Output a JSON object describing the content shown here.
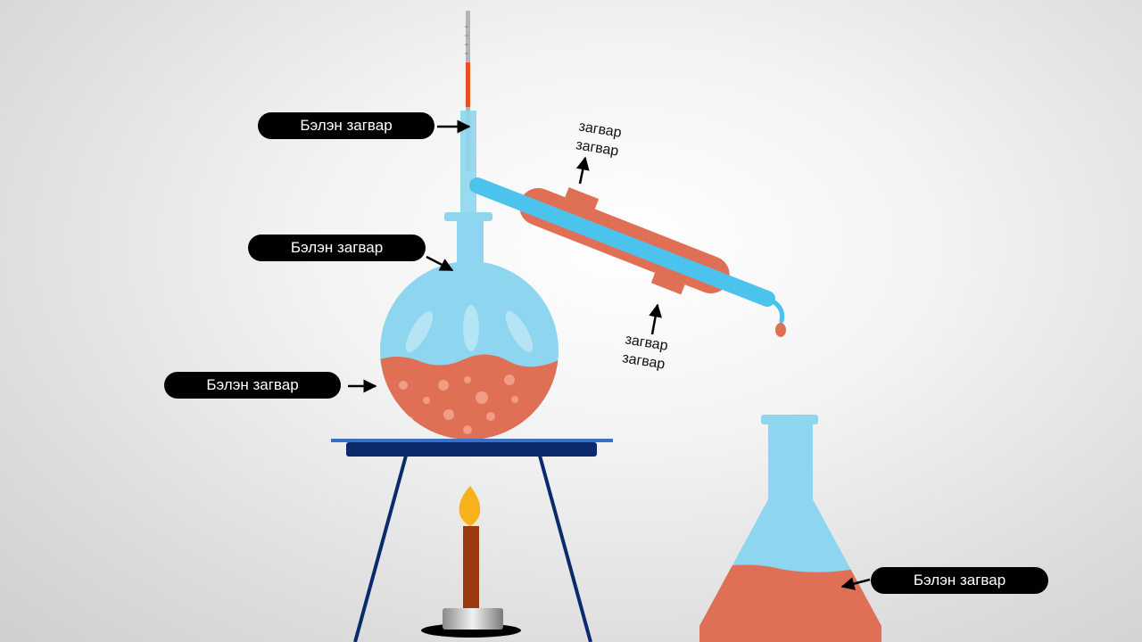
{
  "labels": {
    "thermometer": "Бэлэн загвар",
    "flask_neck": "Бэлэн загвар",
    "liquid": "Бэлэн загвар",
    "receiving_flask": "Бэлэн загвар",
    "condenser_top_line1": "загвар",
    "condenser_top_line2": "загвар",
    "condenser_bottom_line1": "загвар",
    "condenser_bottom_line2": "загвар"
  },
  "colors": {
    "glass": "#8ed6f0",
    "glass_tube": "#4cc3ec",
    "liquid": "#e07055",
    "condenser_jacket": "#e07055",
    "stand": "#0a2a6b",
    "stand_plate": "#3a6fc4",
    "candle": "#9a3a0f",
    "flame": "#f7b21b",
    "label_bg": "#000000",
    "label_text": "#ffffff"
  }
}
